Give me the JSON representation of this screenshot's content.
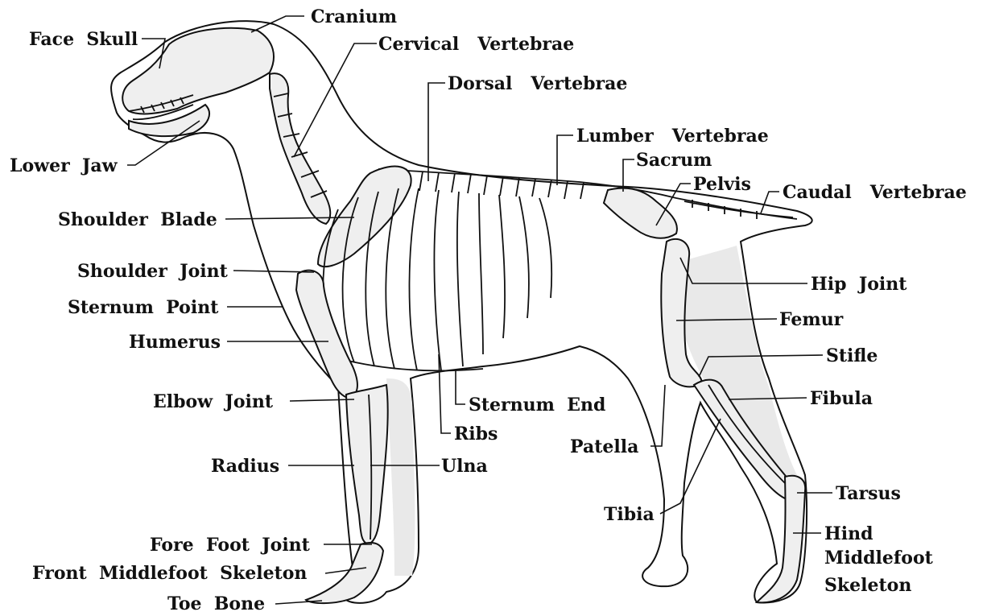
{
  "labels": {
    "cranium": "Cranium",
    "face_skull": "Face  Skull",
    "cervical_vertebrae": "Cervical   Vertebrae",
    "dorsal_vertebrae": "Dorsal   Vertebrae",
    "lower_jaw": "Lower  Jaw",
    "lumber_vertebrae": "Lumber   Vertebrae",
    "sacrum": "Sacrum",
    "pelvis": "Pelvis",
    "caudal_vertebrae": "Caudal   Vertebrae",
    "shoulder_blade": "Shoulder  Blade",
    "shoulder_joint": "Shoulder  Joint",
    "hip_joint": "Hip  Joint",
    "sternum_point": "Sternum  Point",
    "femur": "Femur",
    "humerus": "Humerus",
    "stifle": "Stifle",
    "elbow_joint": "Elbow  Joint",
    "sternum_end": "Sternum  End",
    "fibula": "Fibula",
    "ribs": "Ribs",
    "patella": "Patella",
    "radius": "Radius",
    "ulna": "Ulna",
    "tarsus": "Tarsus",
    "tibia": "Tibia",
    "fore_foot_joint": "Fore  Foot  Joint",
    "hind_middlefoot_1": "Hind",
    "hind_middlefoot_2": "Middlefoot",
    "hind_middlefoot_3": "Skeleton",
    "front_middlefoot_skeleton": "Front  Middlefoot  Skeleton",
    "toe_bone": "Toe  Bone"
  }
}
